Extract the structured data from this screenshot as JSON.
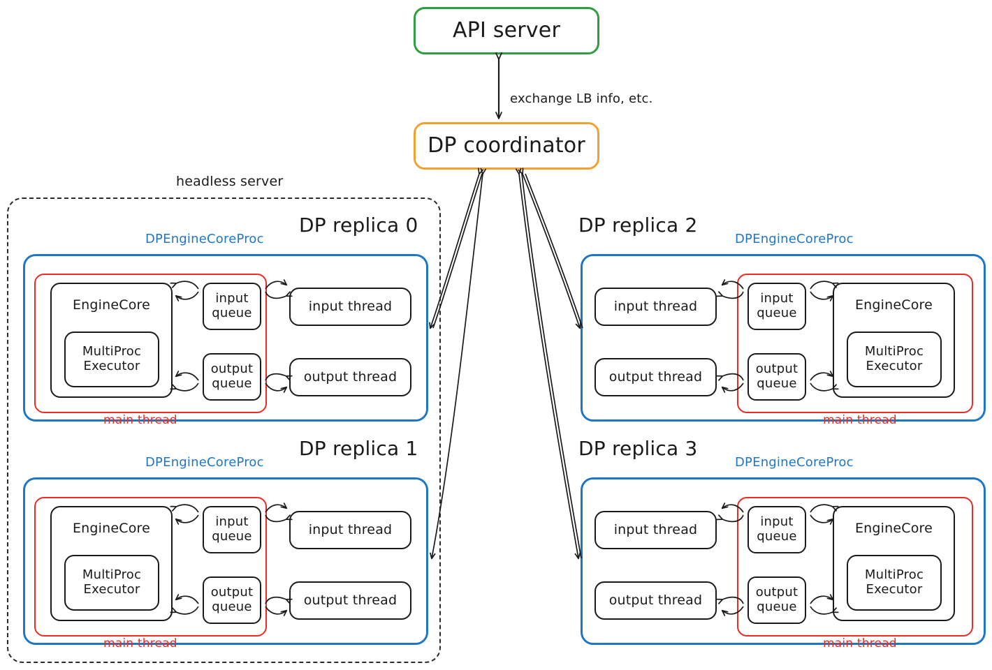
{
  "diagram": {
    "title_nodes": {
      "api_server": "API server",
      "dp_coordinator": "DP coordinator"
    },
    "edge_labels": {
      "coordinator_api": "exchange LB info, etc."
    },
    "group_labels": {
      "headless_server": "headless server"
    },
    "colors": {
      "api_server_border": "#2f9e41",
      "coordinator_border": "#f0a132",
      "process_border": "#1f77c4",
      "main_thread_border": "#ee2b24",
      "node_border": "#1a1a1a",
      "background": "#ffffff"
    },
    "node_labels": {
      "engine_core": "EngineCore",
      "multiproc_executor": "MultiProc\nExecutor",
      "input_queue": "input\nqueue",
      "output_queue": "output\nqueue",
      "input_thread": "input thread",
      "output_thread": "output thread",
      "process_label": "DPEngineCoreProc",
      "main_thread_label": "main thread"
    },
    "replicas": [
      {
        "id": "dp-replica-0",
        "title": "DP replica 0",
        "orientation": "left",
        "inside_headless_server": true,
        "process_label": "DPEngineCoreProc",
        "main_thread_label": "main thread",
        "nodes": {
          "engine_core": "EngineCore",
          "multiproc_executor": "MultiProc\nExecutor",
          "input_queue": "input\nqueue",
          "output_queue": "output\nqueue",
          "input_thread": "input thread",
          "output_thread": "output thread"
        }
      },
      {
        "id": "dp-replica-1",
        "title": "DP replica 1",
        "orientation": "left",
        "inside_headless_server": true,
        "process_label": "DPEngineCoreProc",
        "main_thread_label": "main thread",
        "nodes": {
          "engine_core": "EngineCore",
          "multiproc_executor": "MultiProc\nExecutor",
          "input_queue": "input\nqueue",
          "output_queue": "output\nqueue",
          "input_thread": "input thread",
          "output_thread": "output thread"
        }
      },
      {
        "id": "dp-replica-2",
        "title": "DP replica 2",
        "orientation": "right",
        "inside_headless_server": false,
        "process_label": "DPEngineCoreProc",
        "main_thread_label": "main thread",
        "nodes": {
          "engine_core": "EngineCore",
          "multiproc_executor": "MultiProc\nExecutor",
          "input_queue": "input\nqueue",
          "output_queue": "output\nqueue",
          "input_thread": "input thread",
          "output_thread": "output thread"
        }
      },
      {
        "id": "dp-replica-3",
        "title": "DP replica 3",
        "orientation": "right",
        "inside_headless_server": false,
        "process_label": "DPEngineCoreProc",
        "main_thread_label": "main thread",
        "nodes": {
          "engine_core": "EngineCore",
          "multiproc_executor": "MultiProc\nExecutor",
          "input_queue": "input\nqueue",
          "output_queue": "output\nqueue",
          "input_thread": "input thread",
          "output_thread": "output thread"
        }
      }
    ]
  }
}
